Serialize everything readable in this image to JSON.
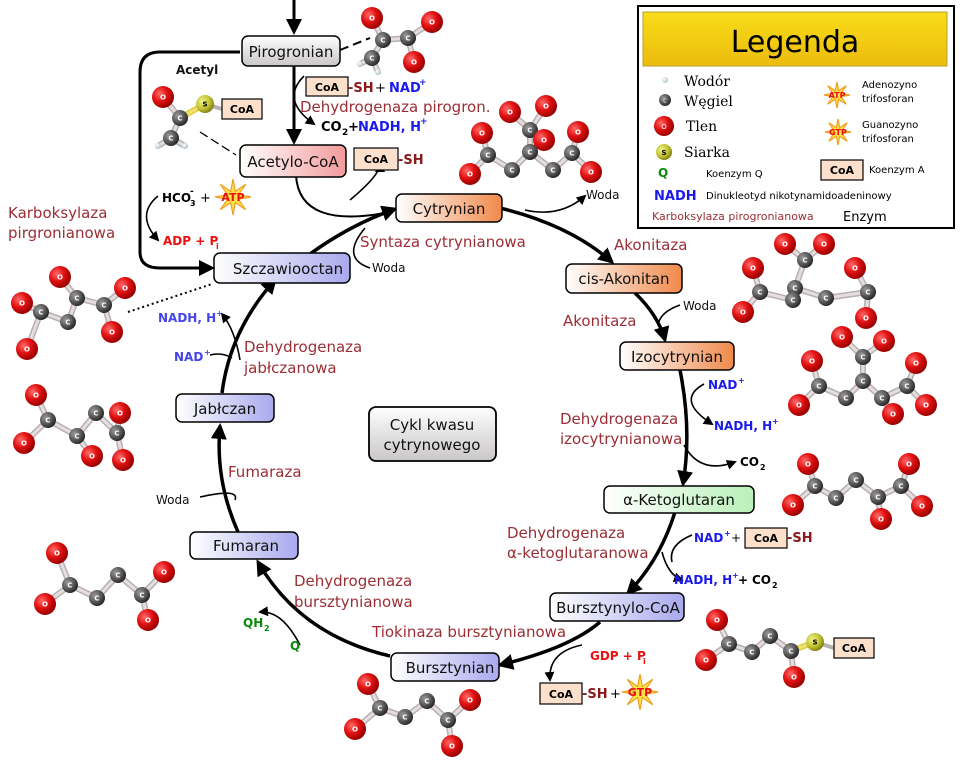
{
  "title": "Cykl kwasu cytrynowego",
  "colors": {
    "enzyme": "#9b2e35",
    "nadh": "#1a1aee",
    "atp": "#e81010",
    "coa_sh": "#8b1a1a",
    "q": "#0a8a0a",
    "legend_header": "#f4cf10"
  },
  "legend": {
    "title": "Legenda",
    "items": [
      {
        "symbol": "hydrogen-atom",
        "label": "Wodór"
      },
      {
        "symbol": "carbon-atom",
        "label": "Węgiel"
      },
      {
        "symbol": "oxygen-atom",
        "label": "Tlen"
      },
      {
        "symbol": "sulfur-atom",
        "label": "Siarka"
      },
      {
        "symbol": "Q",
        "label": "Koenzym Q"
      },
      {
        "symbol": "NADH",
        "label": "Dinukleotyd nikotynamidoadeninowy"
      },
      {
        "symbol": "Karboksylaza pirogronianowa",
        "label": "Enzym"
      },
      {
        "symbol": "ATP",
        "label1": "Adenozyno",
        "label2": "trifosforan"
      },
      {
        "symbol": "GTP",
        "label1": "Guanozyno",
        "label2": "trifosforan"
      },
      {
        "symbol": "CoA",
        "label": "Koenzym A"
      }
    ],
    "atom_letters": {
      "carbon": "C",
      "oxygen": "O",
      "sulfur": "S"
    }
  },
  "metabolites": {
    "pirogronian": "Pirogronian",
    "acetylo_coa": "Acetylo-CoA",
    "cytrynian": "Cytrynian",
    "cis_akonitan": "cis-Akonitan",
    "izocytrynian": "Izocytrynian",
    "ketoglutaran": "α-Ketoglutaran",
    "bursztynylo_coa": "Bursztynylo-CoA",
    "bursztynian": "Bursztynian",
    "fumaran": "Fumaran",
    "jablczan": "Jabłczan",
    "szczawiooctan": "Szczawiooctan"
  },
  "center_label": {
    "line1": "Cykl kwasu",
    "line2": "cytrynowego"
  },
  "enzymes": {
    "dehydrogenaza_pirogron": "Dehydrogenaza pirogron.",
    "karboksylaza_1": "Karboksylaza",
    "karboksylaza_2": "pirgronianowa",
    "syntaza": "Syntaza cytrynianowa",
    "akonitaza_1": "Akonitaza",
    "akonitaza_2": "Akonitaza",
    "dh_izo_1": "Dehydrogenaza",
    "dh_izo_2": "izocytrynianowa",
    "dh_keto_1": "Dehydrogenaza",
    "dh_keto_2": "α-ketoglutaranowa",
    "tiokinaza": "Tiokinaza bursztynianowa",
    "dh_bursz_1": "Dehydrogenaza",
    "dh_bursz_2": "bursztynianowa",
    "fumaraza": "Fumaraza",
    "dh_jabl_1": "Dehydrogenaza",
    "dh_jabl_2": "jabłczanowa"
  },
  "cofactors": {
    "acetyl": "Acetyl",
    "coa": "CoA",
    "sh": "-SH",
    "plus": "+",
    "nad": "NAD",
    "sup_plus": "+",
    "co2": "CO",
    "sub2": "2",
    "nadh_h": "NADH, H",
    "hco3": "HCO",
    "sub3": "3",
    "sup_minus": "-",
    "atp": "ATP",
    "gtp": "GTP",
    "adp_pi": "ADP + P",
    "gdp_pi": "GDP + P",
    "sub_i": "i",
    "woda": "Woda",
    "q": "Q",
    "qh": "QH"
  }
}
